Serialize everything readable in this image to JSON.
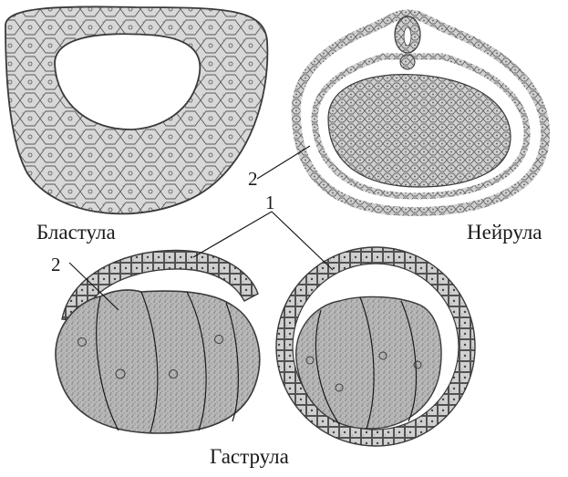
{
  "labels": {
    "blastula": "Бластула",
    "neurula": "Нейрула",
    "gastrula": "Гаструла",
    "num_1": "1",
    "num_2_neurula": "2",
    "num_2_gastrula": "2"
  },
  "colors": {
    "cell_fill": "#d6d6d6",
    "cell_dark": "#a8a8a8",
    "yolk_fill": "#b3b3b3",
    "outline": "#3a3a3a",
    "background": "#ffffff"
  }
}
